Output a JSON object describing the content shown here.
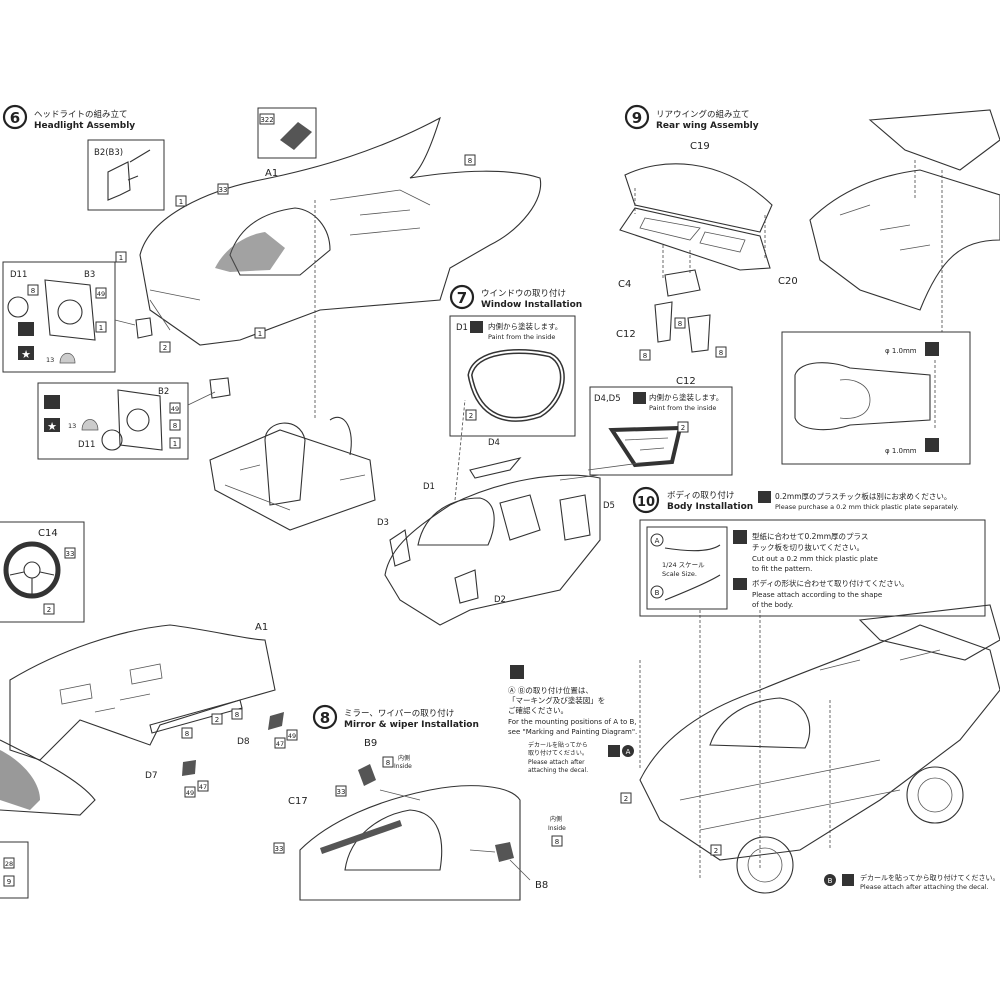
{
  "steps": [
    {
      "num": "6",
      "jp": "ヘッドライトの組み立て",
      "en": "Headlight  Assembly"
    },
    {
      "num": "7",
      "jp": "ウインドウの取り付け",
      "en": "Window Installation"
    },
    {
      "num": "8",
      "jp": "ミラー、ワイパーの取り付け",
      "en": "Mirror & wiper Installation"
    },
    {
      "num": "9",
      "jp": "リアウイングの組み立て",
      "en": "Rear wing Assembly"
    },
    {
      "num": "10",
      "jp": "ボディの取り付け",
      "en": "Body Installation"
    }
  ],
  "notes": {
    "step10_plate_jp": "0.2mm厚のプラスチック板は別にお求めください。",
    "step10_plate_en": "Please purchase a 0.2 mm thick plastic plate separately.",
    "pattern_jp1": "型紙に合わせて0.2mm厚のプラス",
    "pattern_jp2": "チック板を切り抜いてください。",
    "pattern_en1": "Cut out a 0.2 mm thick plastic plate",
    "pattern_en2": "to fit the pattern.",
    "attach_jp": "ボディの形状に合わせて取り付けてください。",
    "attach_en1": "Please attach according to the shape",
    "attach_en2": "of the body.",
    "scale_jp": "1/24 スケール",
    "scale_en": "Scale Size.",
    "mount_jp1": "Ⓐ Ⓑの取り付け位置は、",
    "mount_jp2": "「マーキング及び塗装図」を",
    "mount_jp3": "ご確認ください。",
    "mount_en1": "For the mounting positions of A to B,",
    "mount_en2": "see \"Marking and Painting Diagram\".",
    "decal_jp": "デカールを貼ってから",
    "decal_jp2": "取り付けてください。",
    "decal_en1": "Please attach after",
    "decal_en2": "attaching the decal.",
    "decal_b_jp": "デカールを貼ってから取り付けてください。",
    "decal_b_en": "Please attach after attaching the decal.",
    "paint_inside_jp": "内側から塗装します。",
    "paint_inside_en": "Paint from the inside",
    "inside_jp": "内側",
    "inside_en": "Inside",
    "phi1": "φ 1.0mm",
    "phi2": "φ 1.0mm"
  },
  "labels": {
    "b2b3": "B2(B3)",
    "a1": "A1",
    "a1b": "A1",
    "d11a": "D11",
    "d11b": "D11",
    "b3": "B3",
    "b2": "B2",
    "c14": "C14",
    "c19": "C19",
    "c20": "C20",
    "c4": "C4",
    "c12a": "C12",
    "c12b": "C12",
    "d1": "D1",
    "d1b": "D1",
    "d2": "D2",
    "d3": "D3",
    "d4": "D4",
    "d5": "D5",
    "d4d5": "D4,D5",
    "d7": "D7",
    "d8": "D8",
    "b8": "B8",
    "b9": "B9",
    "c17": "C17",
    "a_mark": "A",
    "b_mark": "B"
  },
  "part_numbers": {
    "n322": "322",
    "n8": "8",
    "n33": "33",
    "n1": "1",
    "n2": "2",
    "n49": "49",
    "n13": "13",
    "n47": "47",
    "n28": "28",
    "n9": "9",
    "n8b": "8"
  },
  "colors": {
    "ink": "#222222",
    "panel": "#ffffff",
    "badge": "#333333"
  }
}
